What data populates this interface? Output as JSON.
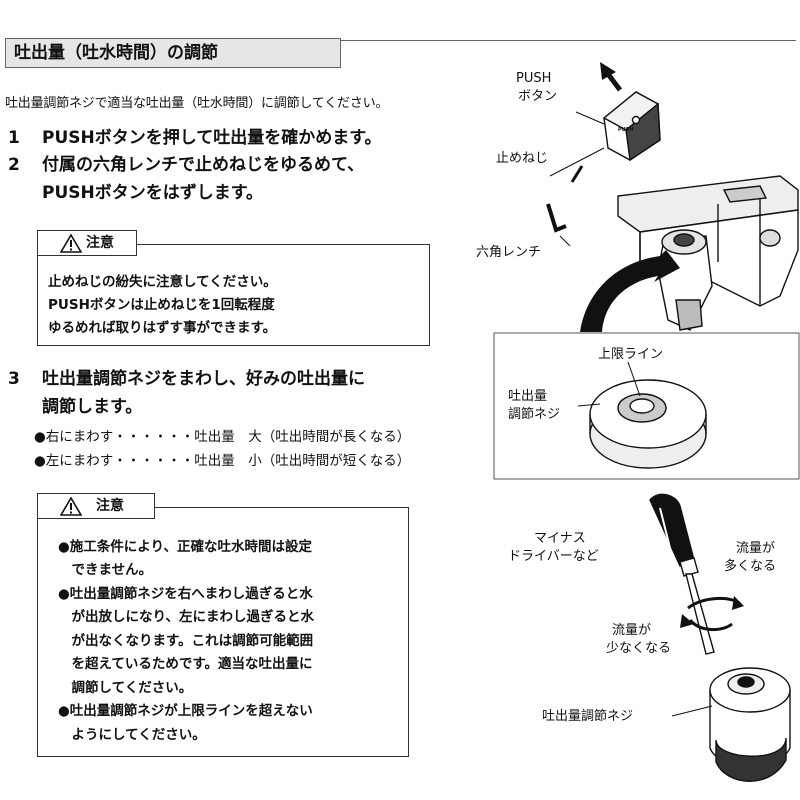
{
  "title": "吐出量（吐水時間）の調節",
  "intro": "吐出量調節ネジで適当な吐出量（吐水時間）に調節してください。",
  "steps": [
    {
      "num": "1",
      "lines": [
        "PUSHボタンを押して吐出量を確かめます。"
      ]
    },
    {
      "num": "2",
      "lines": [
        "付属の六角レンチで止めねじをゆるめて、",
        "PUSHボタンをはずします。"
      ]
    },
    {
      "num": "3",
      "lines": [
        "吐出量調節ネジをまわし、好みの吐出量に",
        "調節します。"
      ]
    }
  ],
  "caution_label": "注意",
  "caution1": [
    "止めねじの紛失に注意してください。",
    "PUSHボタンは止めねじを1回転程度",
    "ゆるめれば取りはずす事ができます。"
  ],
  "rates": [
    "●右にまわす・・・・・・吐出量　大（吐出時間が長くなる）",
    "●左にまわす・・・・・・吐出量　小（吐出時間が短くなる）"
  ],
  "caution2": [
    "●施工条件により、正確な吐水時間は設定",
    "　できません。",
    "●吐出量調節ネジを右へまわし過ぎると水",
    "　が出放しになり、左にまわし過ぎると水",
    "　が出なくなります。これは調節可能範囲",
    "　を超えているためです。適当な吐出量に",
    "　調節してください。",
    "●吐出量調節ネジが上限ラインを超えない",
    "　ようにしてください。"
  ],
  "figure": {
    "push_button": [
      "PUSH",
      "ボタン"
    ],
    "push_mark": "PUSH",
    "set_screw": "止めねじ",
    "hex_wrench": "六角レンチ",
    "upper_limit": "上限ライン",
    "adjust_screw": [
      "吐出量",
      "調節ネジ"
    ],
    "driver": [
      "マイナス",
      "ドライバーなど"
    ],
    "flow_more": [
      "流量が",
      "多くなる"
    ],
    "flow_less": [
      "流量が",
      "少なくなる"
    ],
    "adjust_screw_bottom": "吐出量調節ネジ"
  },
  "colors": {
    "title_bg": "#e6e6e6",
    "line": "#333333",
    "arrow": "#111111"
  },
  "icons": [
    "warning-triangle-icon",
    "up-arrow-icon",
    "curved-arrow-icon",
    "rotation-arrow-icon"
  ]
}
